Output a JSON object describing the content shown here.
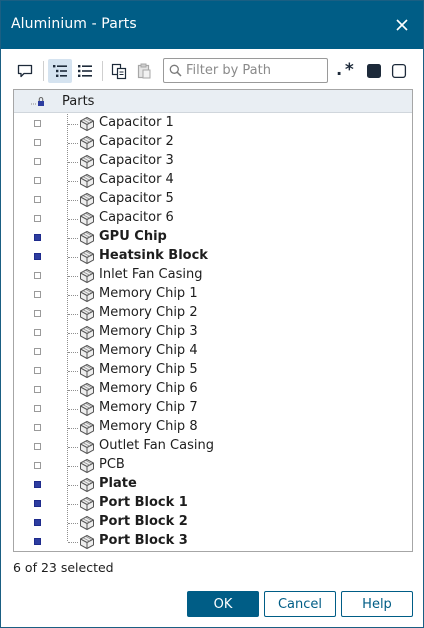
{
  "window": {
    "title": "Aluminium - Parts",
    "close_glyph": "✕"
  },
  "toolbar": {
    "items": [
      {
        "icon": "speech-bubble-icon"
      },
      {
        "icon": "tree-view-icon",
        "active": true
      },
      {
        "icon": "list-view-icon"
      },
      {
        "icon": "copy-icon"
      },
      {
        "icon": "paste-icon"
      }
    ],
    "filter_placeholder": "Filter by Path",
    "regex_label": ".*",
    "select_all_icon": "filled-square-icon",
    "select_none_icon": "empty-square-icon"
  },
  "tree": {
    "header_label": "Parts",
    "header_icon": "lock-icon",
    "rows": [
      {
        "label": "Capacitor 1",
        "selected": false
      },
      {
        "label": "Capacitor 2",
        "selected": false
      },
      {
        "label": "Capacitor 3",
        "selected": false
      },
      {
        "label": "Capacitor 4",
        "selected": false
      },
      {
        "label": "Capacitor 5",
        "selected": false
      },
      {
        "label": "Capacitor 6",
        "selected": false
      },
      {
        "label": "GPU Chip",
        "selected": true
      },
      {
        "label": "Heatsink Block",
        "selected": true
      },
      {
        "label": "Inlet Fan Casing",
        "selected": false
      },
      {
        "label": "Memory Chip 1",
        "selected": false
      },
      {
        "label": "Memory Chip 2",
        "selected": false
      },
      {
        "label": "Memory Chip 3",
        "selected": false
      },
      {
        "label": "Memory Chip 4",
        "selected": false
      },
      {
        "label": "Memory Chip 5",
        "selected": false
      },
      {
        "label": "Memory Chip 6",
        "selected": false
      },
      {
        "label": "Memory Chip 7",
        "selected": false
      },
      {
        "label": "Memory Chip 8",
        "selected": false
      },
      {
        "label": "Outlet Fan Casing",
        "selected": false
      },
      {
        "label": "PCB",
        "selected": false
      },
      {
        "label": "Plate",
        "selected": true
      },
      {
        "label": "Port Block 1",
        "selected": true
      },
      {
        "label": "Port Block 2",
        "selected": true
      },
      {
        "label": "Port Block 3",
        "selected": true
      }
    ]
  },
  "status": {
    "text": "6 of 23 selected"
  },
  "buttons": {
    "ok": "OK",
    "cancel": "Cancel",
    "help": "Help"
  },
  "colors": {
    "titlebar": "#005d86",
    "selected_box": "#2d3da0",
    "button_border": "#005d86"
  }
}
